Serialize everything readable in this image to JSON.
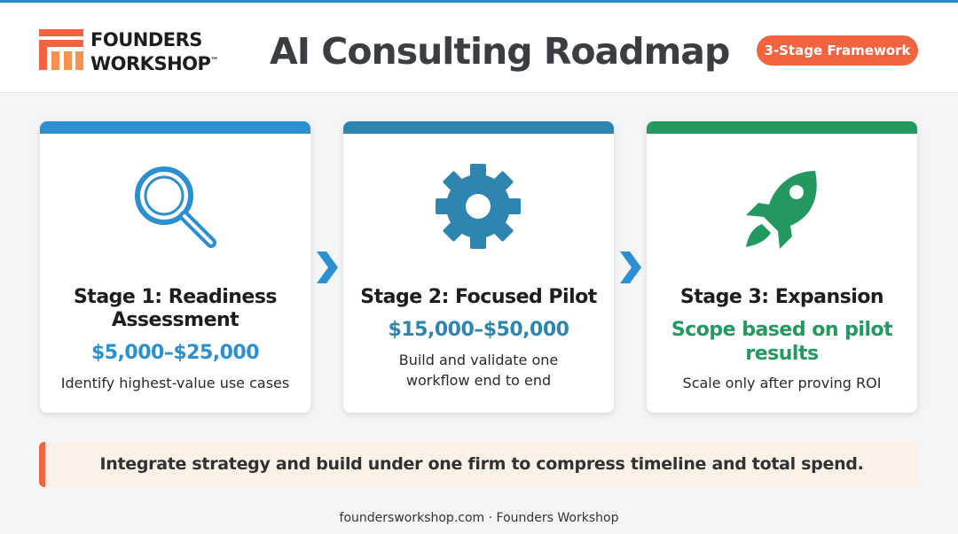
{
  "header": {
    "logo_line1": "FOUNDERS",
    "logo_line2": "WORKSHOP",
    "logo_tm": "™",
    "title": "AI Consulting Roadmap",
    "badge": "3-Stage Framework"
  },
  "stages": [
    {
      "title_line1": "Stage 1: Readiness",
      "title_line2": "Assessment",
      "price": "$5,000–$25,000",
      "description": "Identify highest-value use cases",
      "icon": "magnifier-icon",
      "accent_color": "#2b8fd0"
    },
    {
      "title_line1": "Stage 2: Focused Pilot",
      "price": "$15,000–$50,000",
      "description_line1": "Build and validate one",
      "description_line2": "workflow end to end",
      "icon": "gear-icon",
      "accent_color": "#2e86b0"
    },
    {
      "title_line1": "Stage 3: Expansion",
      "price_line1": "Scope based on pilot",
      "price_line2": "results",
      "description": "Scale only after proving ROI",
      "icon": "rocket-icon",
      "accent_color": "#23995f"
    }
  ],
  "callout": {
    "text": "Integrate strategy and build under one firm to compress timeline and total spend."
  },
  "footer": {
    "text": "foundersworkshop.com · Founders Workshop"
  },
  "colors": {
    "brand_orange": "#f26440",
    "stage1_blue": "#2b8fd0",
    "stage2_teal": "#2e86b0",
    "stage3_green": "#23995f"
  }
}
